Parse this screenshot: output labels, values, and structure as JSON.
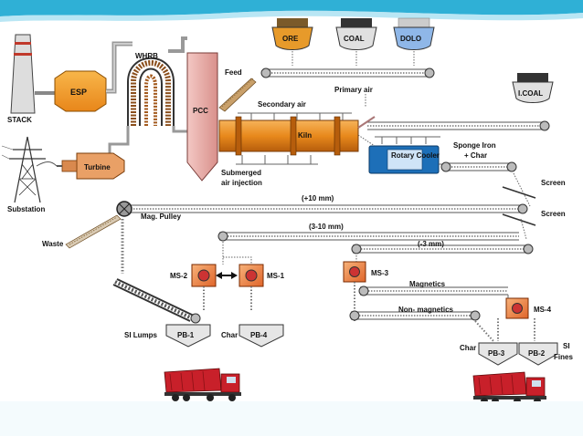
{
  "labels": {
    "stack": "STACK",
    "esp": "ESP",
    "whrb": "WHRB",
    "pcc": "PCC",
    "feed": "Feed",
    "ore": "ORE",
    "coal": "COAL",
    "dolo": "DOLO",
    "primary_air": "Primary air",
    "secondary_air": "Secondary air",
    "kiln": "Kiln",
    "icoal": "I.COAL",
    "turbine": "Turbine",
    "rotary_cooler": "Rotary Cooler",
    "sponge_iron": "Sponge Iron",
    "plus_char": "+ Char",
    "submerged_1": "Submerged",
    "submerged_2": "air injection",
    "substation": "Substation",
    "screen_1": "Screen",
    "screen_2": "Screen",
    "size_plus10": "(+10 mm)",
    "size_3_10": "(3-10 mm)",
    "size_minus3": "(-3 mm)",
    "mag_pulley": "Mag. Pulley",
    "waste": "Waste",
    "ms2": "MS-2",
    "ms1": "MS-1",
    "ms3": "MS-3",
    "ms4": "MS-4",
    "magnetics": "Magnetics",
    "non_magnetics": "Non- magnetics",
    "si_lumps": "SI Lumps",
    "char_1": "Char",
    "pb1": "PB-1",
    "pb4": "PB-4",
    "char_2": "Char",
    "pb3": "PB-3",
    "pb2": "PB-2",
    "si_1": "SI",
    "si_2": "Fines"
  },
  "colors": {
    "accent_bar": "#2fb0d6",
    "esp_fill": "#f39c1f",
    "kiln_fill": "#e8891c",
    "turbine_fill": "#e9a066",
    "pcc_fill": "#e2a9a5",
    "cooler_fill": "#1d6fb8",
    "ms_fill": "#e8712a",
    "truck_red": "#c8202a"
  },
  "icons": [
    "chimney-icon",
    "transmission-tower-icon",
    "dump-truck-icon",
    "ore-pile-icon",
    "conveyor-pulley-icon"
  ]
}
